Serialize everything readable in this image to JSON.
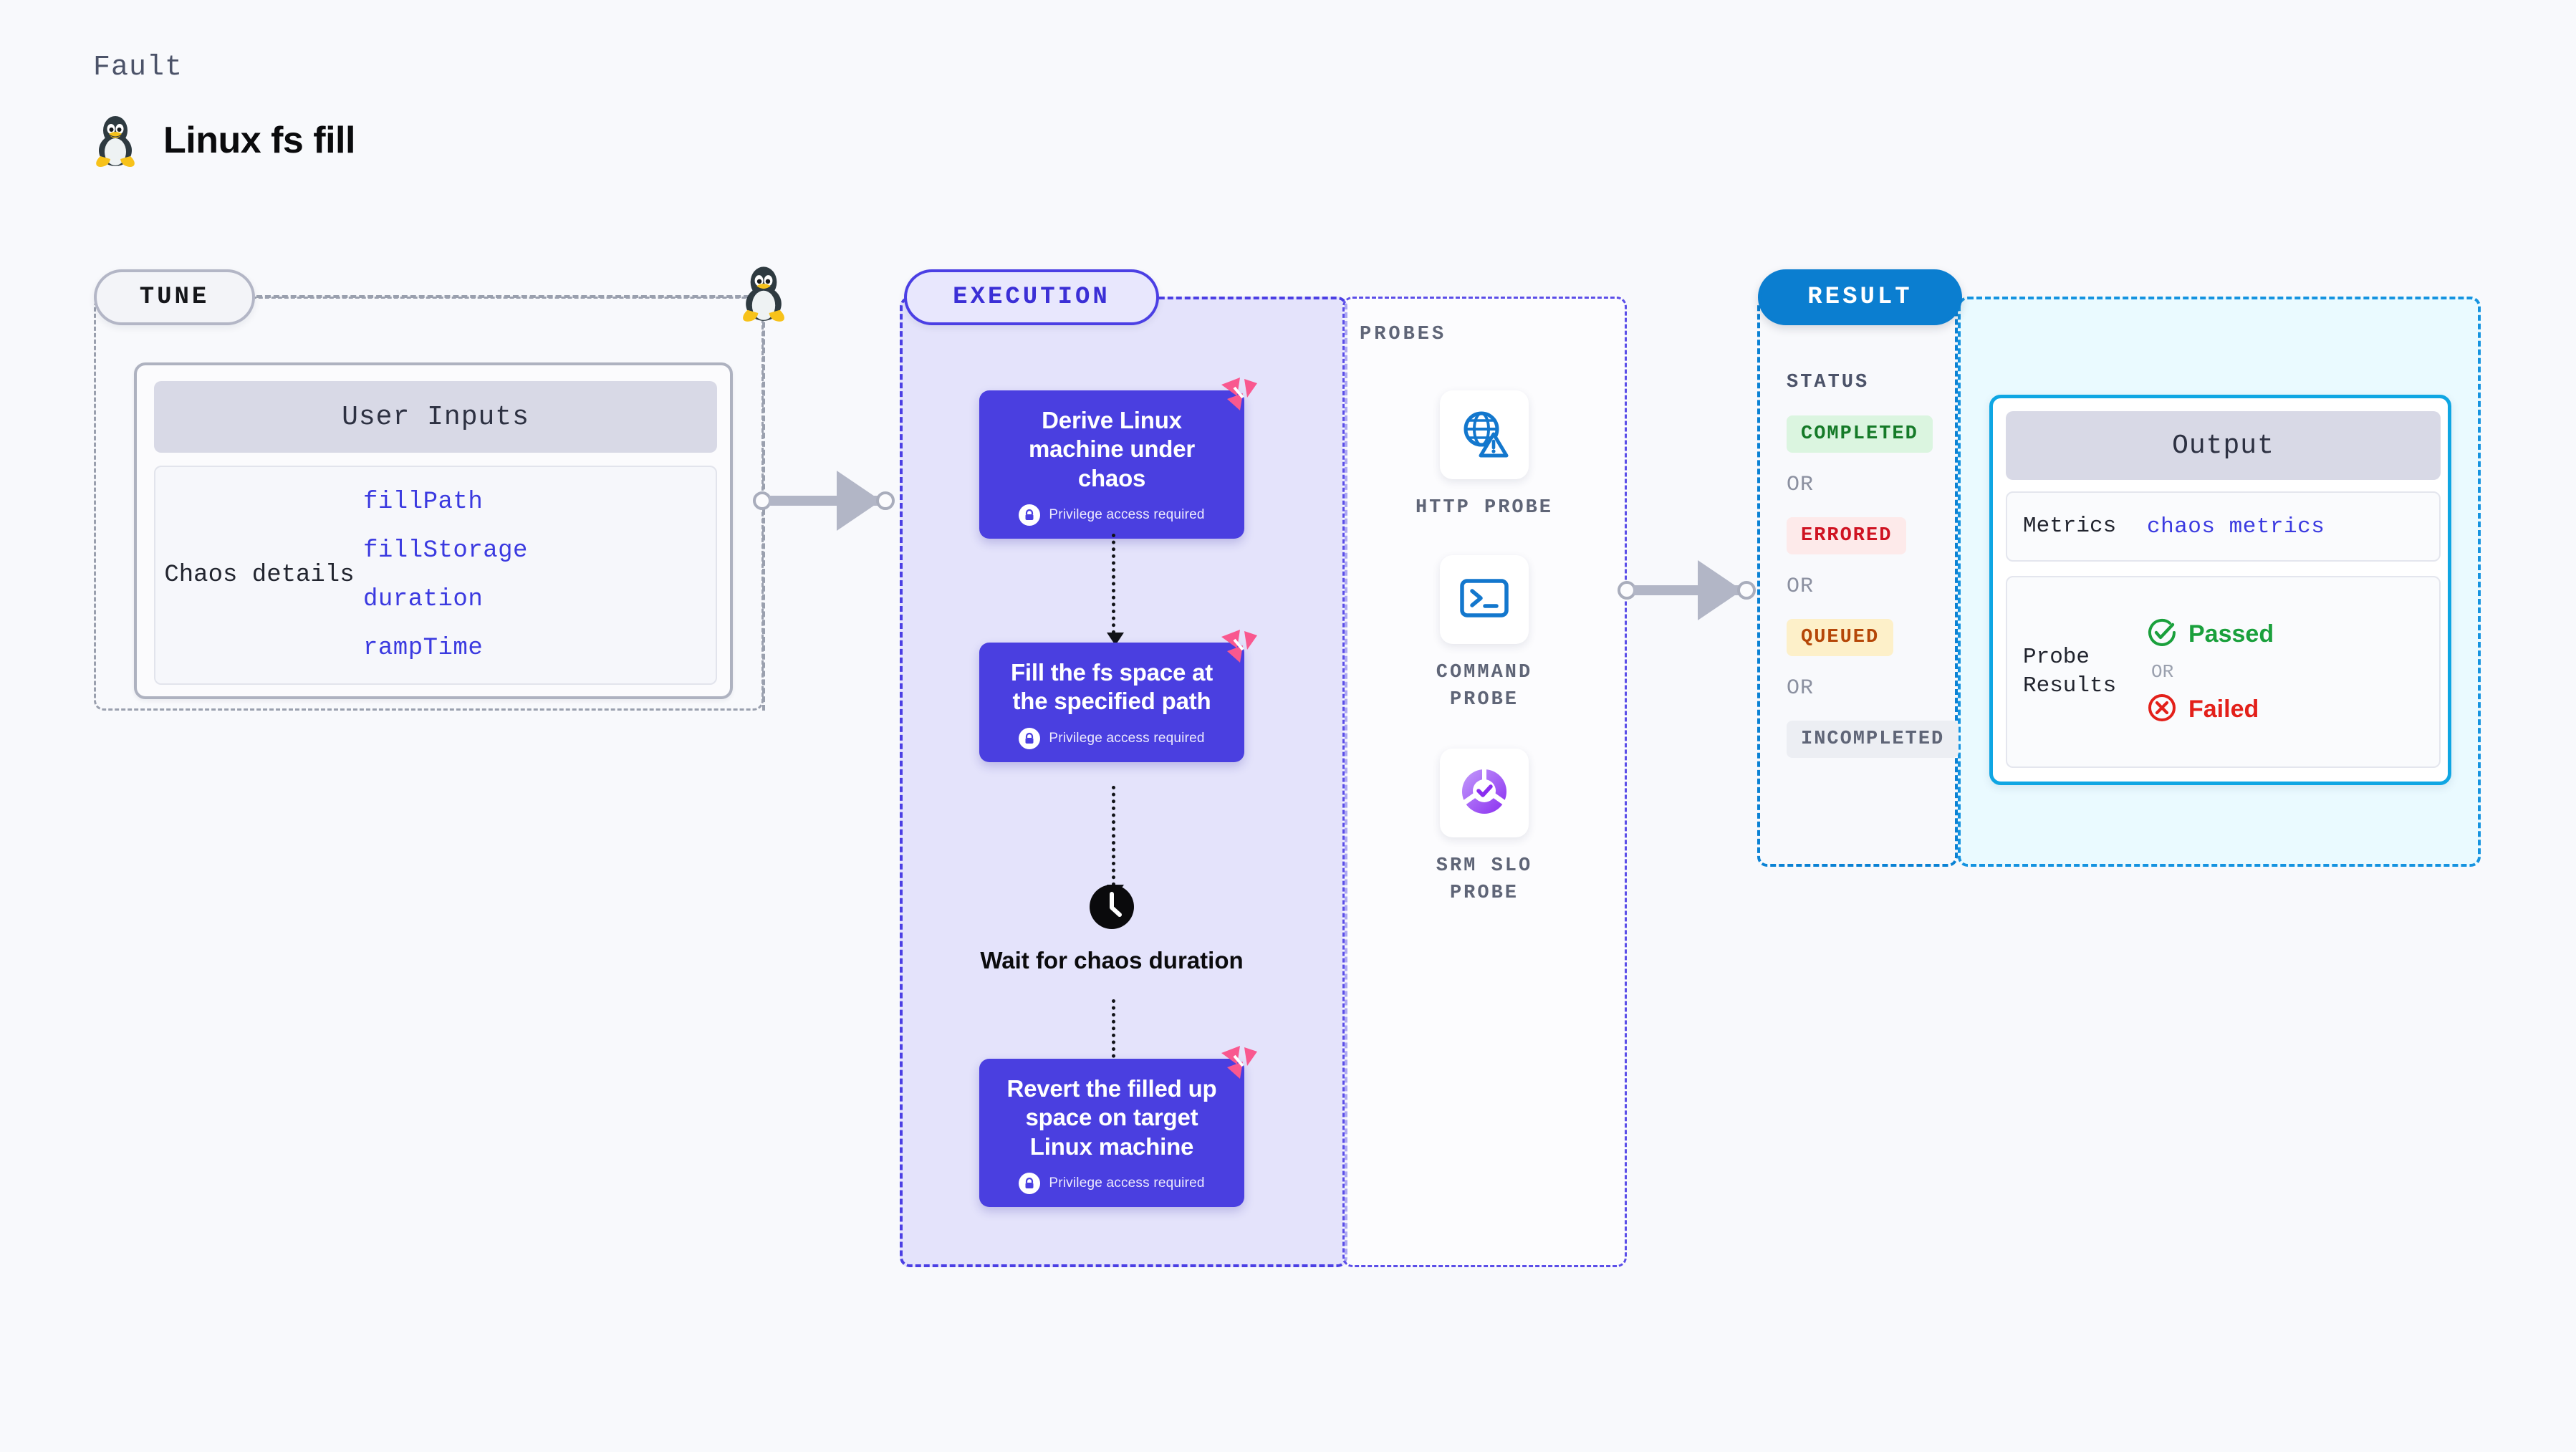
{
  "header": {
    "kicker": "Fault",
    "title": "Linux fs fill",
    "icon": "linux-penguin-icon"
  },
  "tune": {
    "pill_label": "TUNE",
    "card": {
      "header": "User Inputs",
      "group_label": "Chaos details",
      "params": [
        "fillPath",
        "fillStorage",
        "duration",
        "rampTime"
      ]
    },
    "node_icon": "linux-penguin-icon"
  },
  "execution": {
    "pill_label": "EXECUTION",
    "steps": [
      {
        "title": "Derive Linux machine under chaos",
        "privilege_note": "Privilege access required",
        "badge": "chaos-flag-icon",
        "lock": "lock-icon"
      },
      {
        "title": "Fill the fs space at the specified path",
        "privilege_note": "Privilege access required",
        "badge": "chaos-flag-icon",
        "lock": "lock-icon"
      },
      {
        "title": "Wait for chaos duration",
        "icon": "clock-icon"
      },
      {
        "title": "Revert the filled up space on target Linux machine",
        "privilege_note": "Privilege access required",
        "badge": "chaos-flag-icon",
        "lock": "lock-icon"
      }
    ]
  },
  "probes": {
    "caption": "PROBES",
    "items": [
      {
        "name": "HTTP PROBE",
        "icon": "globe-warning-icon"
      },
      {
        "name": "COMMAND PROBE",
        "icon": "terminal-icon"
      },
      {
        "name": "SRM SLO PROBE",
        "icon": "slo-check-icon"
      }
    ]
  },
  "result": {
    "pill_label": "RESULT",
    "status_caption": "STATUS",
    "or_label": "OR",
    "statuses": [
      {
        "label": "COMPLETED",
        "tone": "success"
      },
      {
        "label": "ERRORED",
        "tone": "error"
      },
      {
        "label": "QUEUED",
        "tone": "warning"
      },
      {
        "label": "INCOMPLETED",
        "tone": "neutral"
      }
    ],
    "output": {
      "header": "Output",
      "metrics_label": "Metrics",
      "metrics_value": "chaos metrics",
      "probe_results_label": "Probe Results",
      "passed_label": "Passed",
      "failed_label": "Failed",
      "or_label": "OR",
      "passed_icon": "check-circle-icon",
      "failed_icon": "x-circle-icon"
    }
  },
  "colors": {
    "accent_purple": "#4a3fe0",
    "accent_blue": "#0b7ed0",
    "accent_cyan": "#0fa6e3",
    "flag_pink": "#f9588f",
    "success": "#1aa03c",
    "error": "#e3201a",
    "warning": "#b54708",
    "page_bg": "#f8f9fc"
  }
}
